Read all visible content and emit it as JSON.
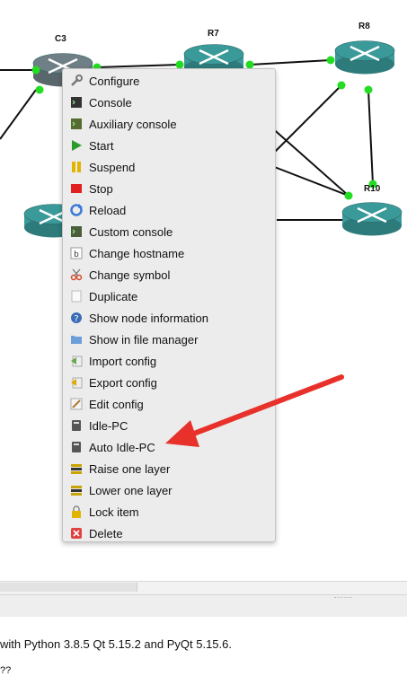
{
  "topology": {
    "nodes": [
      {
        "id": "C3",
        "label": "C3",
        "icon": "router-icon",
        "color": "#6f7f86"
      },
      {
        "id": "R7",
        "label": "R7",
        "icon": "router-icon",
        "color": "#3a9a9a"
      },
      {
        "id": "R8",
        "label": "R8",
        "icon": "router-icon",
        "color": "#3a9a9a"
      },
      {
        "id": "R10",
        "label": "R10",
        "icon": "router-icon",
        "color": "#3a9a9a"
      },
      {
        "id": "left",
        "label": "",
        "icon": "router-icon",
        "color": "#3a9a9a"
      }
    ],
    "link_port_color": "#22dd22"
  },
  "context_menu": {
    "items": [
      {
        "label": "Configure",
        "icon": "wrench-icon"
      },
      {
        "label": "Console",
        "icon": "terminal-icon"
      },
      {
        "label": "Auxiliary console",
        "icon": "aux-terminal-icon"
      },
      {
        "label": "Start",
        "icon": "play-icon"
      },
      {
        "label": "Suspend",
        "icon": "pause-icon"
      },
      {
        "label": "Stop",
        "icon": "stop-icon"
      },
      {
        "label": "Reload",
        "icon": "reload-icon"
      },
      {
        "label": "Custom console",
        "icon": "custom-console-icon"
      },
      {
        "label": "Change hostname",
        "icon": "hostname-icon"
      },
      {
        "label": "Change symbol",
        "icon": "scissors-icon"
      },
      {
        "label": "Duplicate",
        "icon": "duplicate-icon"
      },
      {
        "label": "Show node information",
        "icon": "info-icon"
      },
      {
        "label": "Show in file manager",
        "icon": "folder-icon"
      },
      {
        "label": "Import config",
        "icon": "import-icon"
      },
      {
        "label": "Export config",
        "icon": "export-icon"
      },
      {
        "label": "Edit config",
        "icon": "edit-icon"
      },
      {
        "label": "Idle-PC",
        "icon": "calculator-icon"
      },
      {
        "label": "Auto Idle-PC",
        "icon": "calculator-icon"
      },
      {
        "label": "Raise one layer",
        "icon": "raise-layer-icon"
      },
      {
        "label": "Lower one layer",
        "icon": "lower-layer-icon"
      },
      {
        "label": "Lock item",
        "icon": "lock-icon"
      },
      {
        "label": "Delete",
        "icon": "delete-icon"
      }
    ]
  },
  "annotation": {
    "color": "#e8312a",
    "icon": "arrow-icon"
  },
  "console": {
    "line": "with Python 3.8.5 Qt 5.15.2 and PyQt 5.15.6.",
    "fragment": "??"
  }
}
